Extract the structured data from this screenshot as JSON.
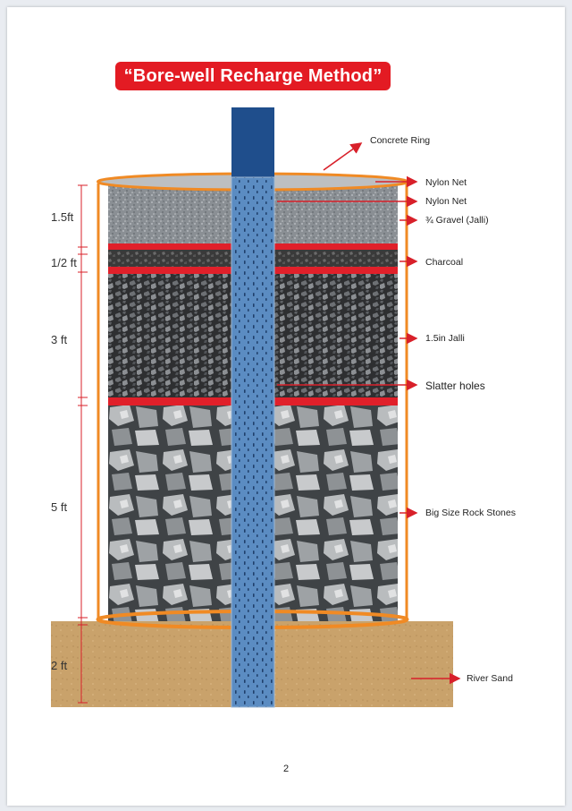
{
  "title": "“Bore-well Recharge Method”",
  "labels": {
    "concrete_ring": "Concrete Ring",
    "nylon_net_top": "Nylon Net",
    "nylon_net_second": "Nylon Net",
    "gravel": "¾ Gravel (Jalli)",
    "charcoal": "Charcoal",
    "jalli": "1.5in Jalli",
    "slatter_holes": "Slatter holes",
    "rock_stones": "Big Size Rock Stones",
    "river_sand": "River Sand"
  },
  "dimensions": {
    "gravel": "1.5ft",
    "charcoal": "1/2 ft",
    "jalli": "3 ft",
    "rocks": "5 ft",
    "sand": "2 ft"
  },
  "colors": {
    "title_bg": "#e31b23",
    "pipe": "#1f4e8c",
    "pipe_perforated": "#5b8cc2",
    "ring": "#f08a24",
    "arrow": "#d8202a",
    "sand": "#c9a26b"
  },
  "page_number": "2"
}
